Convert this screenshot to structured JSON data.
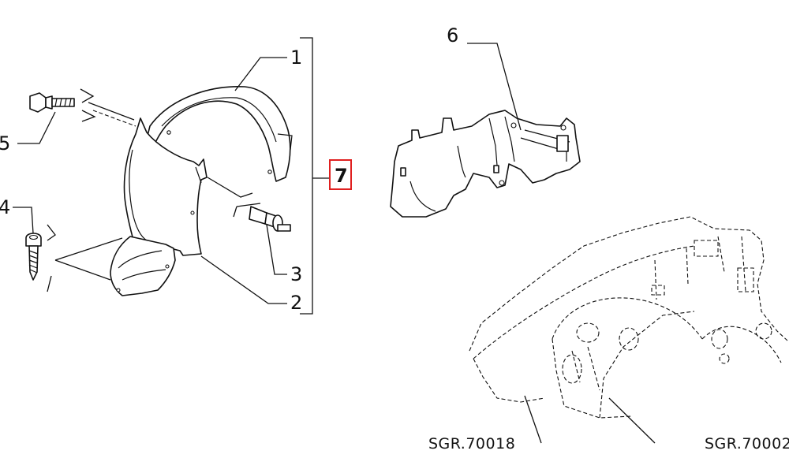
{
  "callouts": {
    "part_1": "1",
    "part_2": "2",
    "part_3": "3",
    "part_4": "4",
    "part_5": "5",
    "part_6": "6",
    "assembly_7": "7"
  },
  "references": {
    "ref_left": "SGR.70018",
    "ref_right": "SGR.70002"
  },
  "colors": {
    "line": "#111111",
    "highlight_box": "#e02020",
    "background": "#ffffff"
  }
}
